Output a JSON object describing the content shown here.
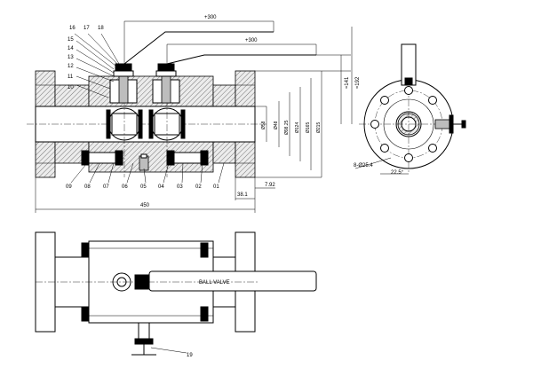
{
  "dimensions": {
    "handle_length_upper": "+300",
    "handle_length_lower": "+300",
    "height_141": "≈141",
    "height_192": "≈192",
    "dia_58": "Ø58",
    "dia_48": "Ø48",
    "dia_98_25": "Ø98.25",
    "dia_124": "Ø124",
    "dia_165": "Ø165",
    "dia_215": "Ø215",
    "overall_length": "450",
    "flange_38_1": "38.1",
    "flange_7_92": "7.92",
    "bolt_holes": "8-Ø25.4",
    "angle": "22.5°"
  },
  "part_labels_top": [
    "16",
    "17",
    "18",
    "15",
    "14",
    "13",
    "12",
    "11",
    "10"
  ],
  "part_labels_bottom": [
    "09",
    "08",
    "07",
    "06",
    "05",
    "04",
    "03",
    "02",
    "01"
  ],
  "part_label_19": "19",
  "plate_text": "BALL VALVE"
}
